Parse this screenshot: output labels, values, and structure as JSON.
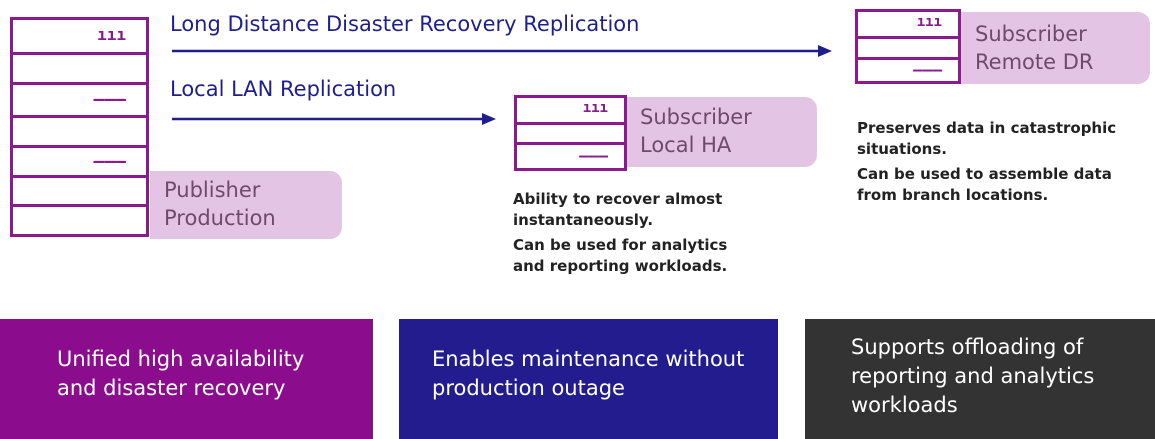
{
  "arrows": {
    "remote_label": "Long Distance Disaster Recovery Replication",
    "local_label": "Local LAN Replication"
  },
  "nodes": {
    "publisher": {
      "line1": "Publisher",
      "line2": "Production"
    },
    "local_ha": {
      "line1": "Subscriber",
      "line2": "Local HA"
    },
    "remote_dr": {
      "line1": "Subscriber",
      "line2": "Remote DR"
    }
  },
  "descriptions": {
    "local_ha": [
      "Ability to recover almost instantaneously.",
      "Can be used for analytics and reporting workloads."
    ],
    "remote_dr": [
      "Preserves data in catastrophic situations.",
      "Can be used to assemble data from branch locations."
    ]
  },
  "tiles": [
    {
      "text": "Unified high availability and disaster recovery",
      "color": "#8b0d8e"
    },
    {
      "text": "Enables maintenance without production outage",
      "color": "#221c8e"
    },
    {
      "text": "Supports offloading of reporting and analytics workloads",
      "color": "#333333"
    }
  ],
  "colors": {
    "server_stroke": "#8b1a8e",
    "label_fill": "#e4c4e4",
    "arrow": "#1e1f8c"
  },
  "icons": {
    "server": "server-stack-icon",
    "arrow": "arrow-right-icon"
  }
}
